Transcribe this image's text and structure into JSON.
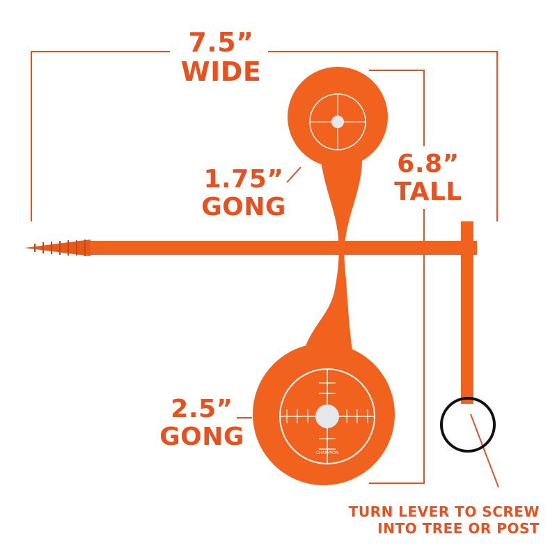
{
  "dimensions": {
    "width": {
      "value": "7.5”",
      "label": "WIDE"
    },
    "height": {
      "value": "6.8”",
      "label": "TALL"
    },
    "small_gong": {
      "value": "1.75”",
      "label": "GONG"
    },
    "large_gong": {
      "value": "2.5”",
      "label": "GONG"
    }
  },
  "callout": {
    "line1": "TURN LEVER TO SCREW",
    "line2": "INTO TREE OR POST"
  },
  "brand_mark": "CHAMPION",
  "colors": {
    "accent": "#e8501e",
    "target": "#f0621e",
    "ring": "#111111"
  }
}
